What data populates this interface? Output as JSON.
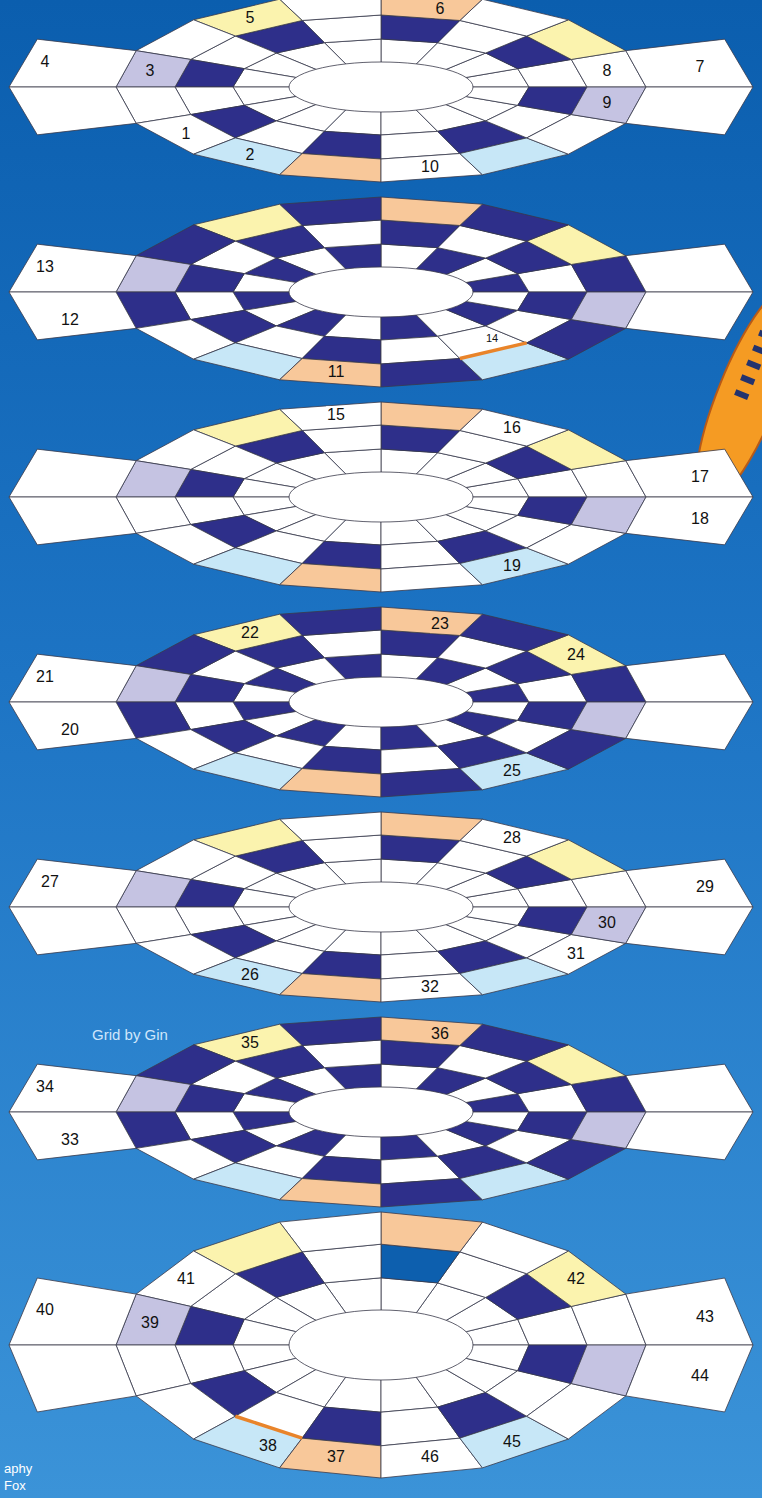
{
  "diagram": {
    "labels": [
      "1",
      "2",
      "3",
      "4",
      "5",
      "6",
      "7",
      "8",
      "9",
      "10",
      "11",
      "12",
      "13",
      "14",
      "15",
      "16",
      "17",
      "18",
      "19",
      "20",
      "21",
      "22",
      "23",
      "24",
      "25",
      "26",
      "27",
      "28",
      "29",
      "30",
      "31",
      "32",
      "Grid by Gin",
      "33",
      "34",
      "35",
      "36",
      "37",
      "38",
      "39",
      "40",
      "41",
      "42",
      "43",
      "44",
      "45",
      "46",
      "aphy",
      "Fox"
    ]
  }
}
